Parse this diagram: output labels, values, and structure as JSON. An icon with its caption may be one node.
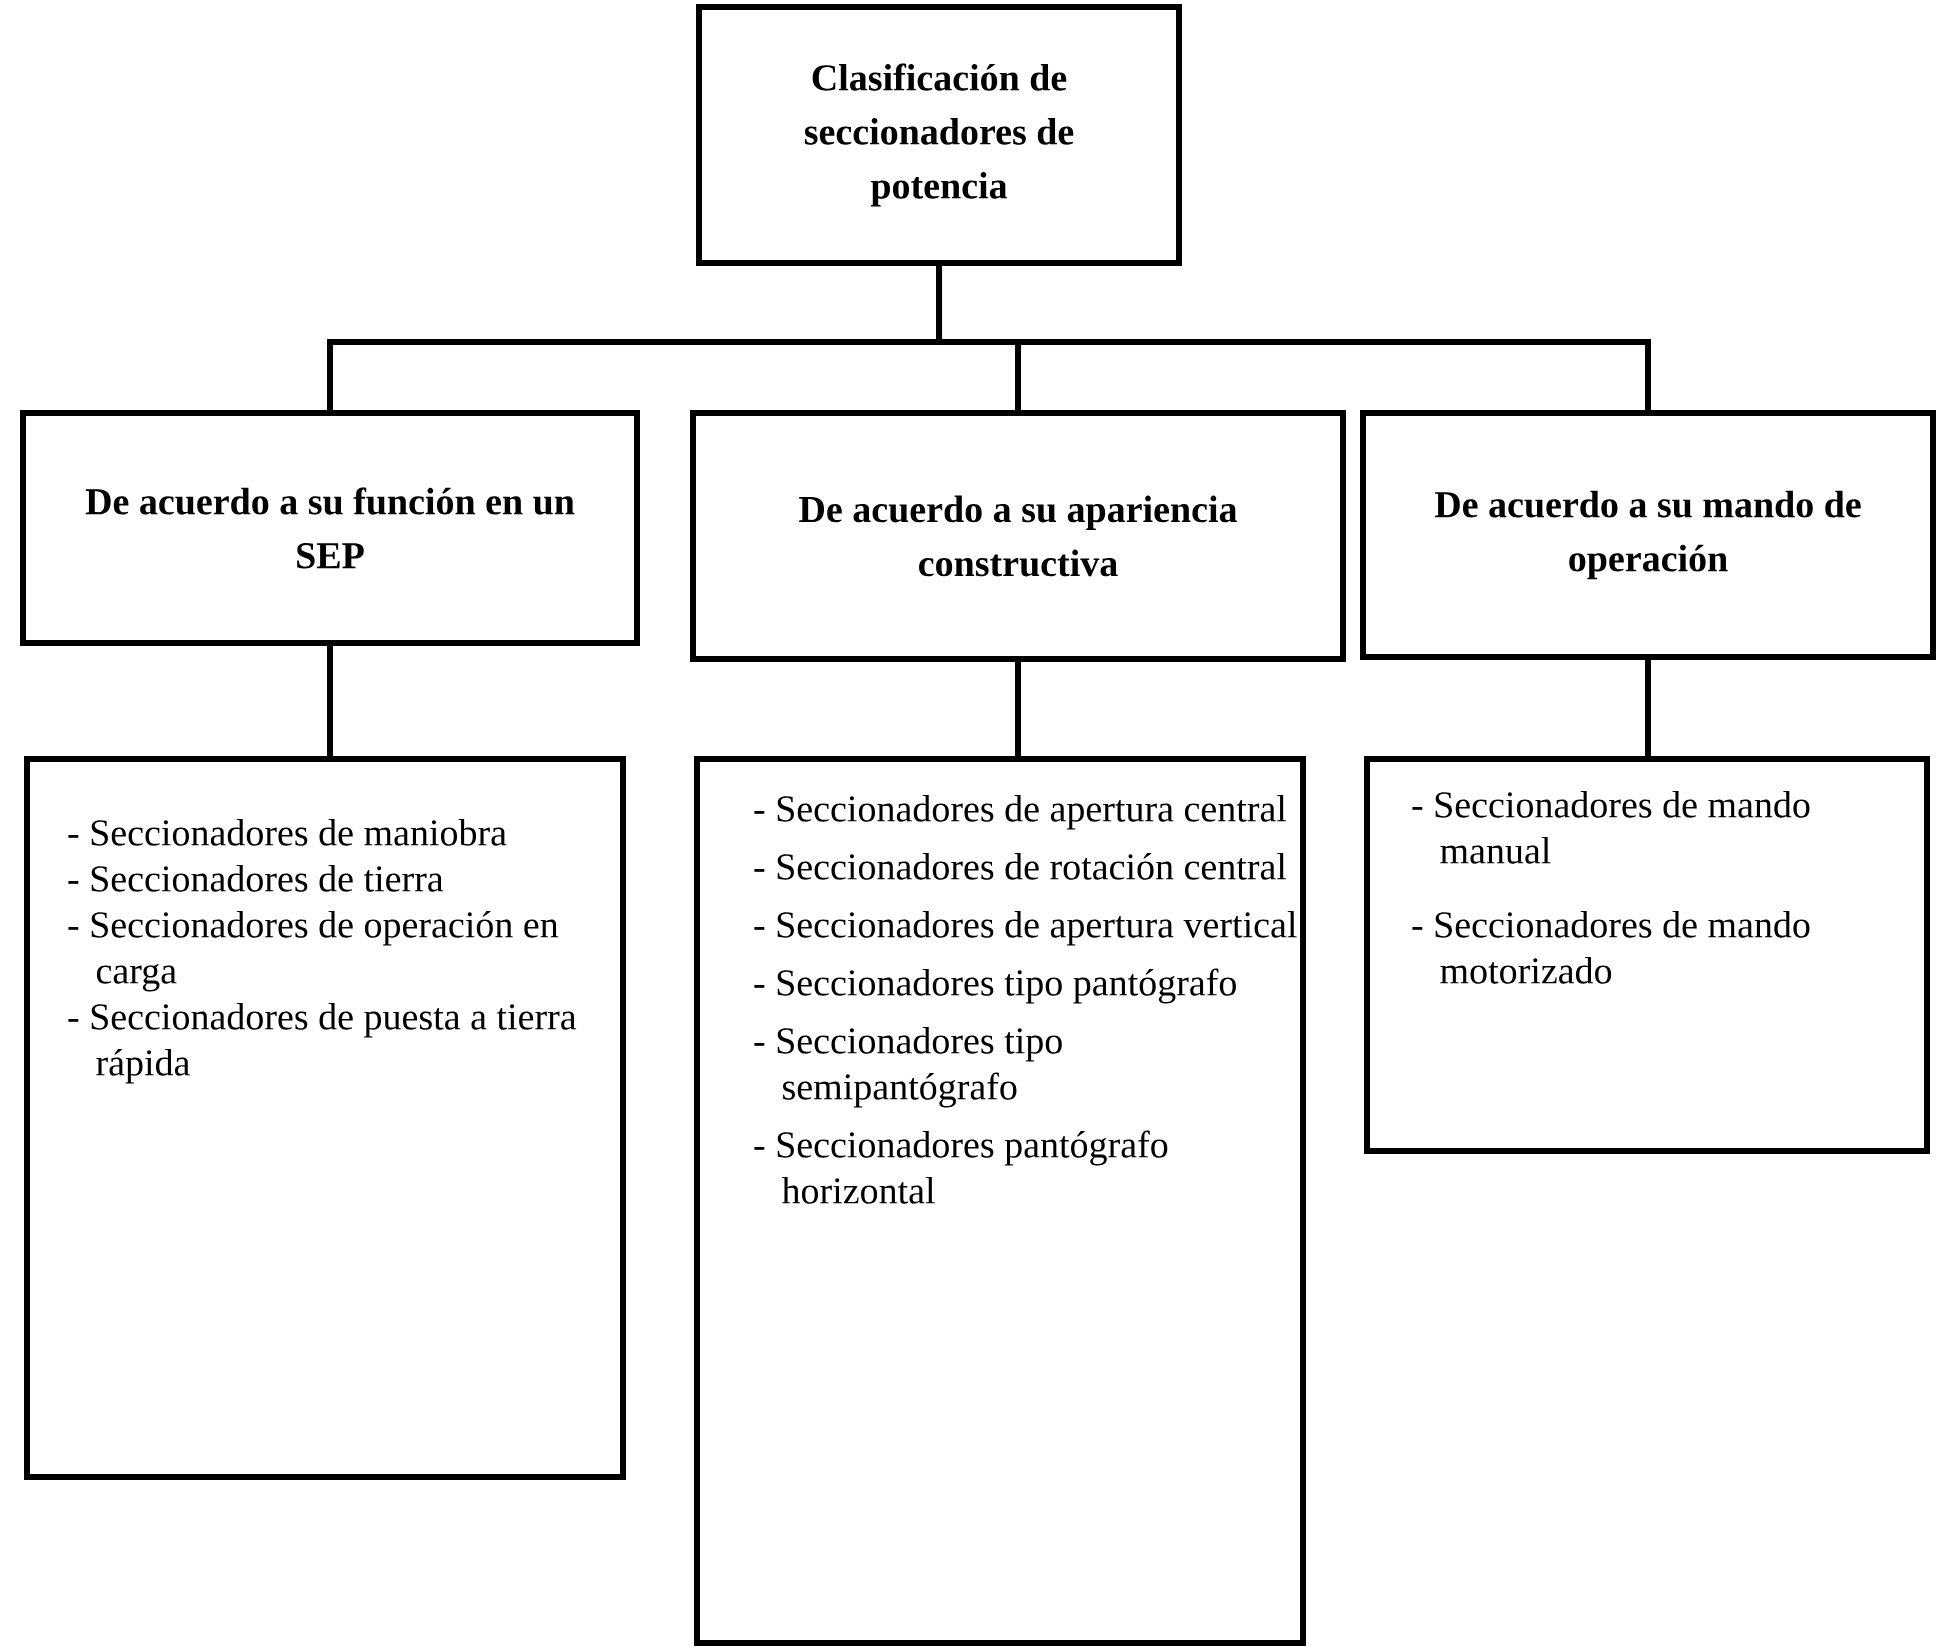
{
  "diagram": {
    "nodes": [
      {
        "text": [
          "Clasificación de seccionadores de potencia"
        ]
      },
      {
        "text": [
          "De acuerdo a su función en un SEP"
        ]
      },
      {
        "text": [
          "De acuerdo a su apariencia constructiva"
        ]
      },
      {
        "text": [
          "De acuerdo a su mando de operación"
        ]
      },
      {
        "text": [
          "- Seccionadores de maniobra",
          "- Seccionadores de tierra",
          "- Seccionadores de operación en carga",
          "- Seccionadores de puesta a tierra rápida"
        ]
      },
      {
        "text": [
          "- Seccionadores de apertura central",
          "- Seccionadores de rotación central",
          "- Seccionadores de apertura vertical",
          "- Seccionadores tipo pantógrafo",
          "- Seccionadores tipo semipantógrafo",
          "- Seccionadores pantógrafo horizontal"
        ]
      },
      {
        "text": [
          "- Seccionadores de mando manual",
          "- Seccionadores de mando motorizado"
        ]
      }
    ],
    "edges": [
      {
        "from": 0,
        "to": 1,
        "arrow": "none"
      },
      {
        "from": 0,
        "to": 2,
        "arrow": "none"
      },
      {
        "from": 0,
        "to": 3,
        "arrow": "none"
      },
      {
        "from": 1,
        "to": 4,
        "arrow": "none"
      },
      {
        "from": 2,
        "to": 5,
        "arrow": "none"
      },
      {
        "from": 3,
        "to": 6,
        "arrow": "none"
      }
    ]
  }
}
